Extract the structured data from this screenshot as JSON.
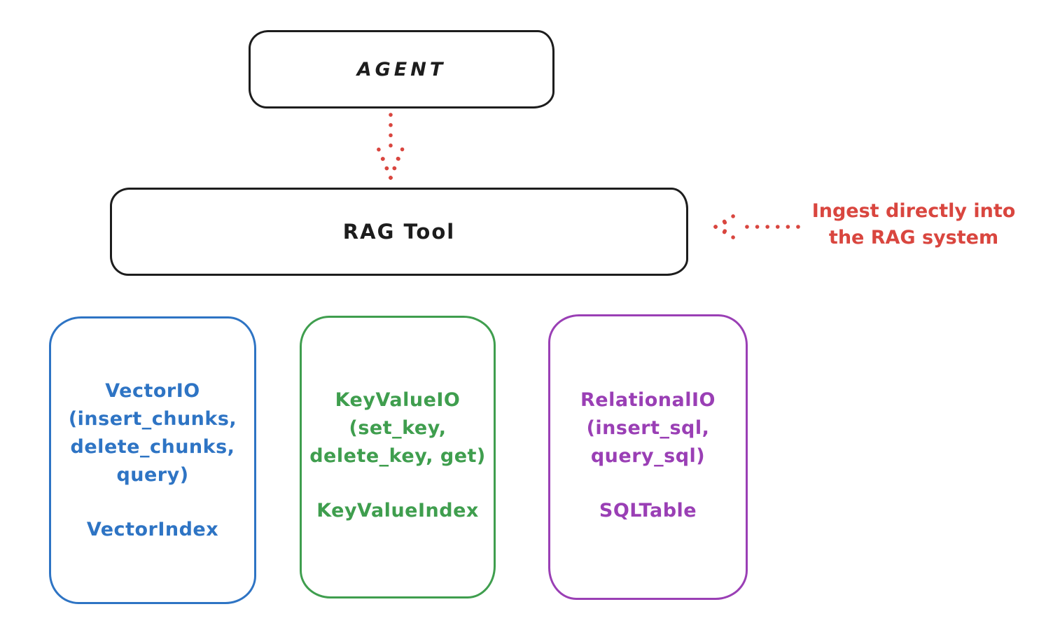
{
  "diagram": {
    "agent": {
      "label": "AGENT"
    },
    "rag_tool": {
      "label": "RAG Tool"
    },
    "annotation": {
      "text": "Ingest directly into\nthe RAG system"
    },
    "backends": [
      {
        "name": "vector-io",
        "io_block": "VectorIO\n(insert_chunks,\ndelete_chunks,\nquery)",
        "index_label": "VectorIndex",
        "color": "#2e74c4"
      },
      {
        "name": "keyvalue-io",
        "io_block": "KeyValueIO\n(set_key,\ndelete_key, get)",
        "index_label": "KeyValueIndex",
        "color": "#3f9e4e"
      },
      {
        "name": "relational-io",
        "io_block": "RelationalIO\n(insert_sql,\nquery_sql)",
        "index_label": "SQLTable",
        "color": "#9a3fb5"
      }
    ],
    "colors": {
      "stroke_black": "#1d1d1d",
      "accent_red": "#d9463f"
    }
  }
}
